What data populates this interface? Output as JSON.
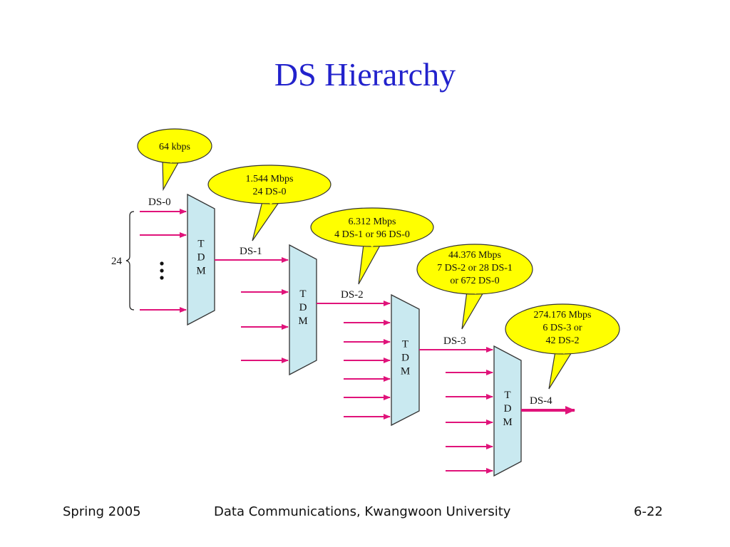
{
  "slide": {
    "title": "DS Hierarchy"
  },
  "diagram": {
    "count_label": "24",
    "mux_letters": [
      "T",
      "D",
      "M"
    ],
    "levels": [
      {
        "label": "DS-0",
        "bubble": [
          "64 kbps"
        ]
      },
      {
        "label": "DS-1",
        "bubble": [
          "1.544 Mbps",
          "24 DS-0"
        ]
      },
      {
        "label": "DS-2",
        "bubble": [
          "6.312 Mbps",
          "4 DS-1 or 96 DS-0"
        ]
      },
      {
        "label": "DS-3",
        "bubble": [
          "44.376 Mbps",
          "7 DS-2 or 28 DS-1",
          "or 672 DS-0"
        ]
      },
      {
        "label": "DS-4",
        "bubble": [
          "274.176 Mbps",
          "6 DS-3 or",
          "42 DS-2"
        ]
      }
    ],
    "colors": {
      "arrow": "#e0137a",
      "mux_fill": "#c9e9f0",
      "bubble_fill": "#ffff00"
    }
  },
  "footer": {
    "left": "Spring 2005",
    "center": "Data Communications, Kwangwoon University",
    "right": "6-22"
  }
}
